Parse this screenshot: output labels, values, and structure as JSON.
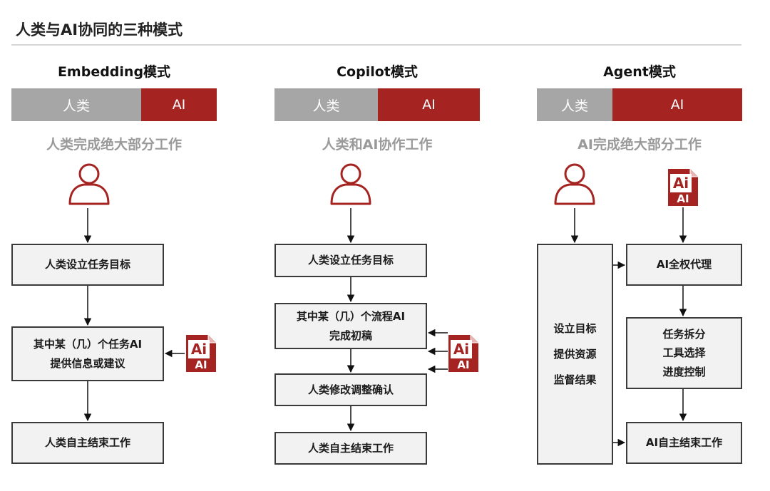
{
  "title": "人类与AI协同的三种模式",
  "colors": {
    "human": "#a6a6a6",
    "ai": "#a52422",
    "box_bg": "#f2f2f2",
    "border": "#3a3a3a"
  },
  "ai_file_icon_label": "Ai",
  "ai_file_icon_sub": "AI",
  "modes": [
    {
      "name": "Embedding模式",
      "human_label": "人类",
      "ai_label": "AI",
      "subtitle": "人类完成绝大部分工作",
      "steps": [
        "人类设立任务目标",
        "其中某（几）个任务AI\n提供信息或建议",
        "人类自主结束工作"
      ]
    },
    {
      "name": "Copilot模式",
      "human_label": "人类",
      "ai_label": "AI",
      "subtitle": "人类和AI协作工作",
      "steps": [
        "人类设立任务目标",
        "其中某（几）个流程AI\n完成初稿",
        "人类修改调整确认",
        "人类自主结束工作"
      ]
    },
    {
      "name": "Agent模式",
      "human_label": "人类",
      "ai_label": "AI",
      "subtitle": "AI完成绝大部分工作",
      "human_box": "设立目标\n提供资源\n监督结果",
      "steps": [
        "AI全权代理",
        "任务拆分\n工具选择\n进度控制",
        "AI自主结束工作"
      ]
    }
  ]
}
